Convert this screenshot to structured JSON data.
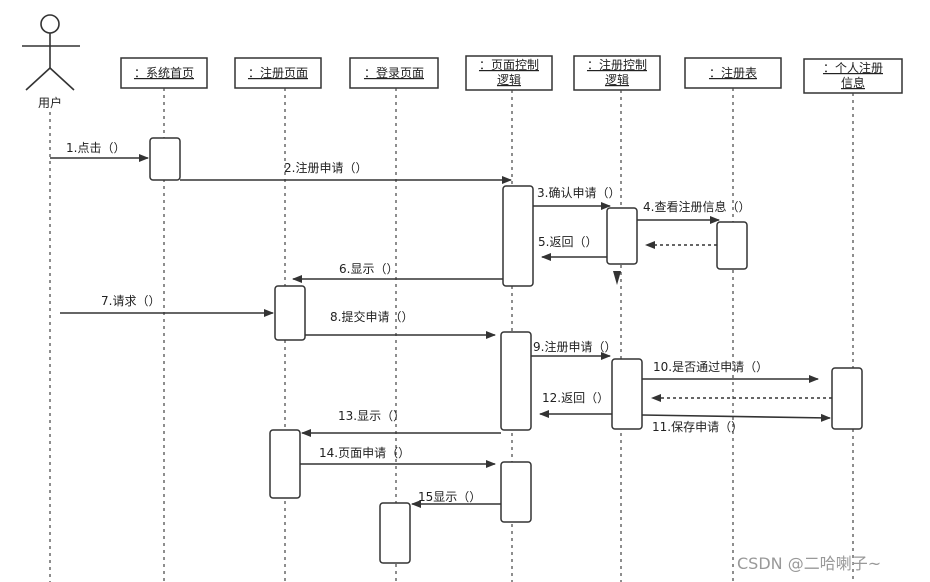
{
  "actor": {
    "label": "用户"
  },
  "objects": [
    {
      "id": "sys_home",
      "lines": [
        "：系统首页"
      ]
    },
    {
      "id": "reg_page",
      "lines": [
        "：注册页面"
      ]
    },
    {
      "id": "login_page",
      "lines": [
        "：登录页面"
      ]
    },
    {
      "id": "page_ctrl",
      "lines": [
        "：页面控制",
        "逻辑"
      ]
    },
    {
      "id": "reg_ctrl",
      "lines": [
        "：注册控制",
        "逻辑"
      ]
    },
    {
      "id": "reg_table",
      "lines": [
        "：注册表"
      ]
    },
    {
      "id": "personal",
      "lines": [
        "：个人注册",
        "信息"
      ]
    }
  ],
  "messages": [
    {
      "label": "1.点击（）"
    },
    {
      "label": "2.注册申请（）"
    },
    {
      "label": "3.确认申请（）"
    },
    {
      "label": "4.查看注册信息（）"
    },
    {
      "label": "5.返回（）"
    },
    {
      "label": "6.显示（）"
    },
    {
      "label": "7.请求（）"
    },
    {
      "label": "8.提交申请（）"
    },
    {
      "label": "9.注册申请（）"
    },
    {
      "label": "10.是否通过申请（）"
    },
    {
      "label": "12.返回（）"
    },
    {
      "label": "11.保存申请（）"
    },
    {
      "label": "13.显示（）"
    },
    {
      "label": "14.页面申请（）"
    },
    {
      "label": "15显示（）"
    }
  ],
  "watermark": "CSDN @二哈喇子~"
}
